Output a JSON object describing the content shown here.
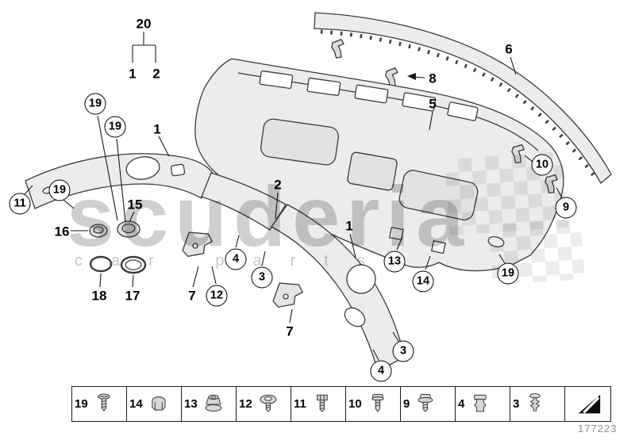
{
  "watermark": {
    "main": "scuderia",
    "sub": "car parts"
  },
  "callouts": [
    {
      "label": "20"
    },
    {
      "label": "1"
    },
    {
      "label": "2"
    },
    {
      "label": "1"
    },
    {
      "label": "2"
    },
    {
      "label": "5"
    },
    {
      "label": "6"
    },
    {
      "label": "8"
    },
    {
      "label": "15"
    },
    {
      "label": "16"
    },
    {
      "label": "18"
    },
    {
      "label": "17"
    },
    {
      "label": "7"
    },
    {
      "label": "7"
    },
    {
      "label": "1"
    },
    {
      "label": "19"
    },
    {
      "label": "19"
    },
    {
      "label": "19"
    },
    {
      "label": "11"
    },
    {
      "label": "4"
    },
    {
      "label": "3"
    },
    {
      "label": "12"
    },
    {
      "label": "13"
    },
    {
      "label": "14"
    },
    {
      "label": "10"
    },
    {
      "label": "9"
    },
    {
      "label": "19"
    },
    {
      "label": "3"
    },
    {
      "label": "4"
    }
  ],
  "legend": {
    "items": [
      {
        "number": "19",
        "icon": "screw-icon"
      },
      {
        "number": "14",
        "icon": "cap-nut-icon"
      },
      {
        "number": "13",
        "icon": "hex-nut-icon"
      },
      {
        "number": "12",
        "icon": "washer-screw-icon"
      },
      {
        "number": "11",
        "icon": "hex-bolt-icon"
      },
      {
        "number": "10",
        "icon": "pan-screw-icon"
      },
      {
        "number": "9",
        "icon": "flange-bolt-icon"
      },
      {
        "number": "4",
        "icon": "expansion-clip-icon"
      },
      {
        "number": "3",
        "icon": "rivet-clip-icon"
      }
    ],
    "corner_icon": "page-corner-icon"
  },
  "footer": {
    "drawing_number": "177223"
  },
  "colors": {
    "part_fill": "#ececec",
    "part_stroke": "#3b3b3b",
    "callout_text": "#000000",
    "legend_border": "#1d1d1d"
  }
}
